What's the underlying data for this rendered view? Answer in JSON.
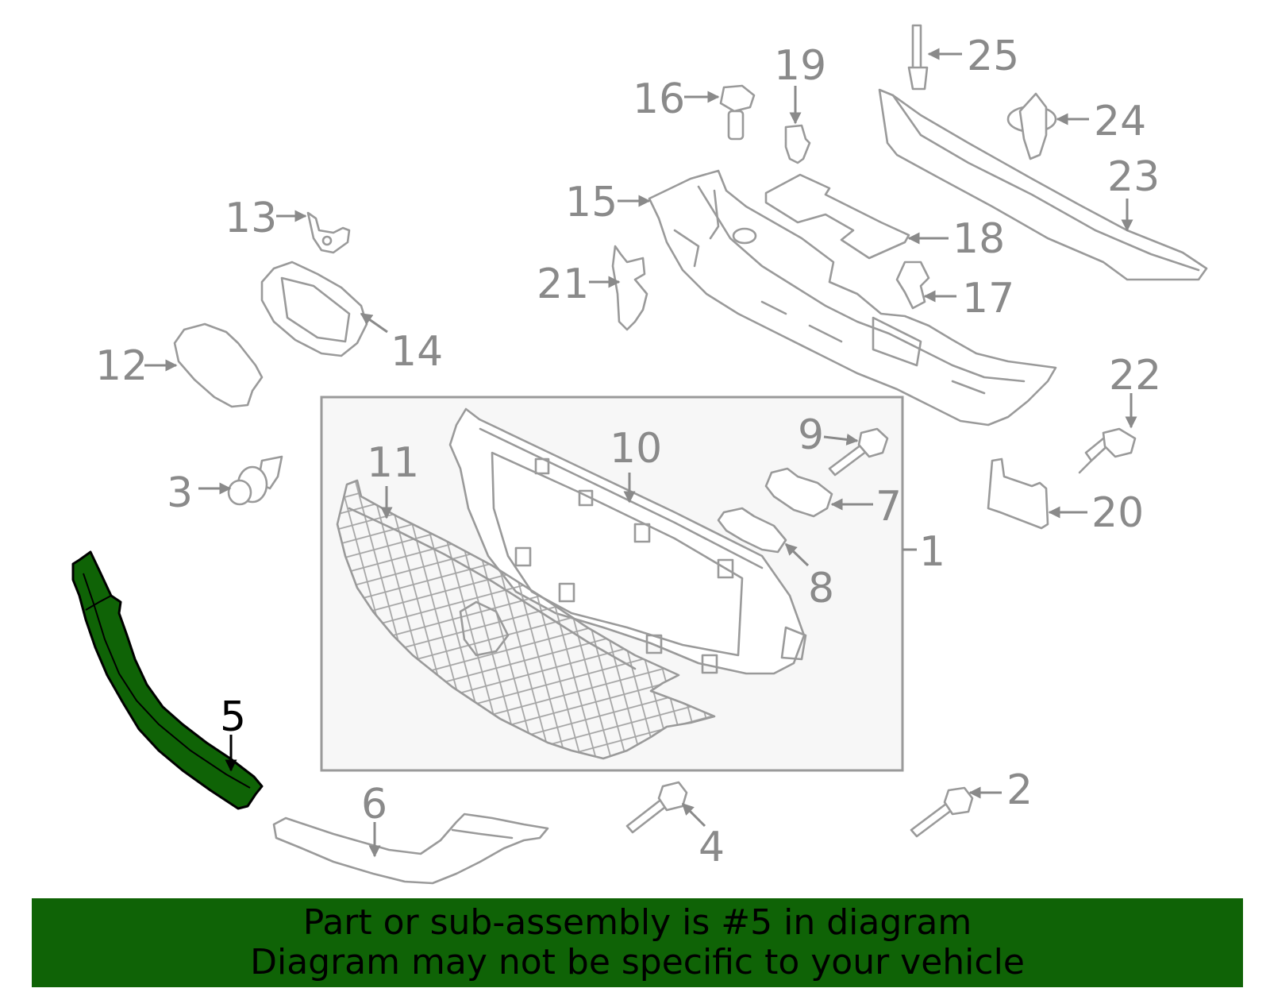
{
  "callouts": [
    {
      "id": "1",
      "label": "1"
    },
    {
      "id": "2",
      "label": "2"
    },
    {
      "id": "3",
      "label": "3"
    },
    {
      "id": "4",
      "label": "4"
    },
    {
      "id": "5",
      "label": "5"
    },
    {
      "id": "6",
      "label": "6"
    },
    {
      "id": "7",
      "label": "7"
    },
    {
      "id": "8",
      "label": "8"
    },
    {
      "id": "9",
      "label": "9"
    },
    {
      "id": "10",
      "label": "10"
    },
    {
      "id": "11",
      "label": "11"
    },
    {
      "id": "12",
      "label": "12"
    },
    {
      "id": "13",
      "label": "13"
    },
    {
      "id": "14",
      "label": "14"
    },
    {
      "id": "15",
      "label": "15"
    },
    {
      "id": "16",
      "label": "16"
    },
    {
      "id": "17",
      "label": "17"
    },
    {
      "id": "18",
      "label": "18"
    },
    {
      "id": "19",
      "label": "19"
    },
    {
      "id": "20",
      "label": "20"
    },
    {
      "id": "21",
      "label": "21"
    },
    {
      "id": "22",
      "label": "22"
    },
    {
      "id": "23",
      "label": "23"
    },
    {
      "id": "24",
      "label": "24"
    },
    {
      "id": "25",
      "label": "25"
    }
  ],
  "highlighted_part": "5",
  "banner": {
    "line1": "Part or sub-assembly is #5 in diagram",
    "line2": "Diagram may not be specific to your vehicle",
    "color": "#0f6306"
  },
  "colors": {
    "highlight_part": "#0f6306",
    "part_outline": "#9a9a9a",
    "callout_text": "#8a8a8a",
    "assembly_box_fill": "#f7f7f7"
  }
}
